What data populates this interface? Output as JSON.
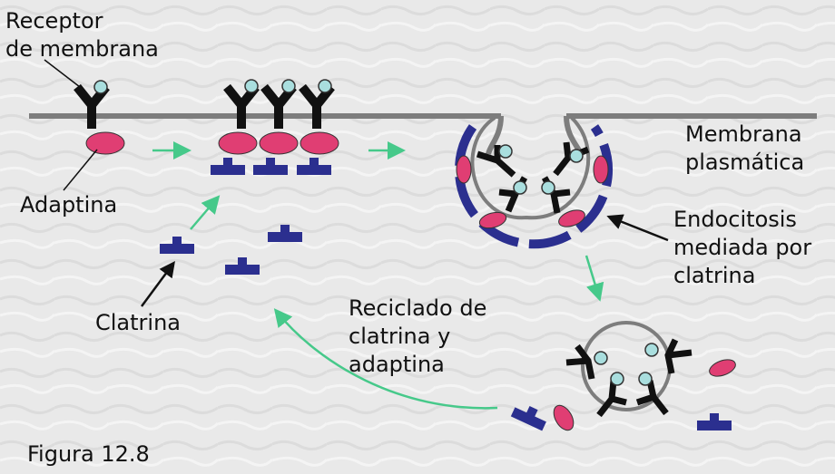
{
  "labels": {
    "receptor": "Receptor\nde membrana",
    "adaptina": "Adaptina",
    "clatrina": "Clatrina",
    "membrana": "Membrana\nplasmática",
    "endocitosis": "Endocitosis\nmediada por\nclatrina",
    "reciclado": "Reciclado de\nclatrina y\nadaptina",
    "figura": "Figura 12.8"
  },
  "colors": {
    "background": "#e9e9e9",
    "membrane": "#7d7d7d",
    "receptor": "#111111",
    "ligand": "#a9dede",
    "adaptin": "#e03e73",
    "clathrin": "#2b2f8f",
    "flow_arrow": "#46c98a",
    "pointer": "#111111"
  }
}
